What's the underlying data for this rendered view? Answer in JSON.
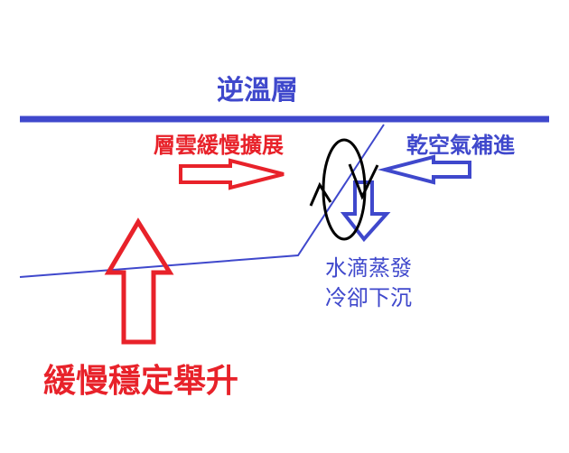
{
  "title": "逆溫層",
  "labels": {
    "stratus_spread": "層雲緩慢擴展",
    "dry_air_inflow": "乾空氣補進",
    "evap_line1": "水滴蒸發",
    "evap_line2": "冷卻下沉",
    "slow_lift": "緩慢穩定舉升"
  },
  "colors": {
    "blue": "#3f48cc",
    "red": "#e8222a",
    "black": "#000000"
  }
}
